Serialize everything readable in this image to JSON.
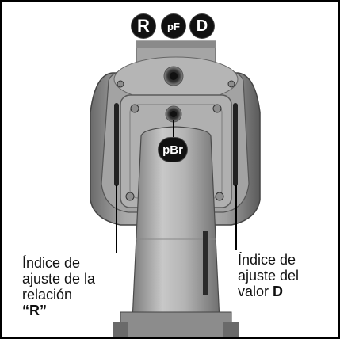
{
  "badges": {
    "r": "R",
    "pf": "pF",
    "d": "D",
    "pbr": "pBr"
  },
  "captions": {
    "left": {
      "line1": "Índice de",
      "line2": "ajuste de la",
      "line3": "relación",
      "line4": "“R”"
    },
    "right": {
      "line1": "Índice de",
      "line2": "ajuste del",
      "line3_prefix": "valor ",
      "line3_bold": "D"
    }
  },
  "colors": {
    "metal": "#9a9a9a",
    "dark_metal": "#5c5c5c",
    "badge_fill": "#111111",
    "frame": "#000000"
  }
}
